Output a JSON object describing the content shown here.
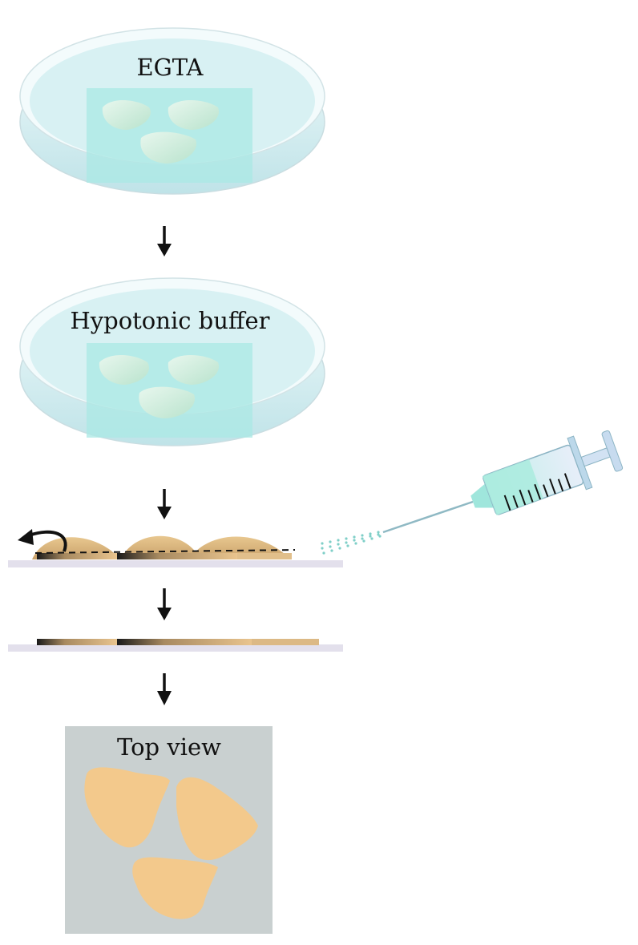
{
  "steps": {
    "dish1_label": "EGTA",
    "dish2_label": "Hypotonic buffer",
    "topview_label": "Top view"
  },
  "icons": [
    "petri-dish-icon",
    "down-arrow-icon",
    "syringe-icon",
    "curved-arrow-icon",
    "cut-line-icon"
  ],
  "colors": {
    "dish_liquid": "#d6f0f2",
    "square_overlay": "#a9e8e4",
    "tissue_green": "#cfeede",
    "tissue_tan": "#e4c08c",
    "slide": "#e3e0ec",
    "topview_bg": "#c9d0d0",
    "topview_piece": "#f3c98c"
  }
}
